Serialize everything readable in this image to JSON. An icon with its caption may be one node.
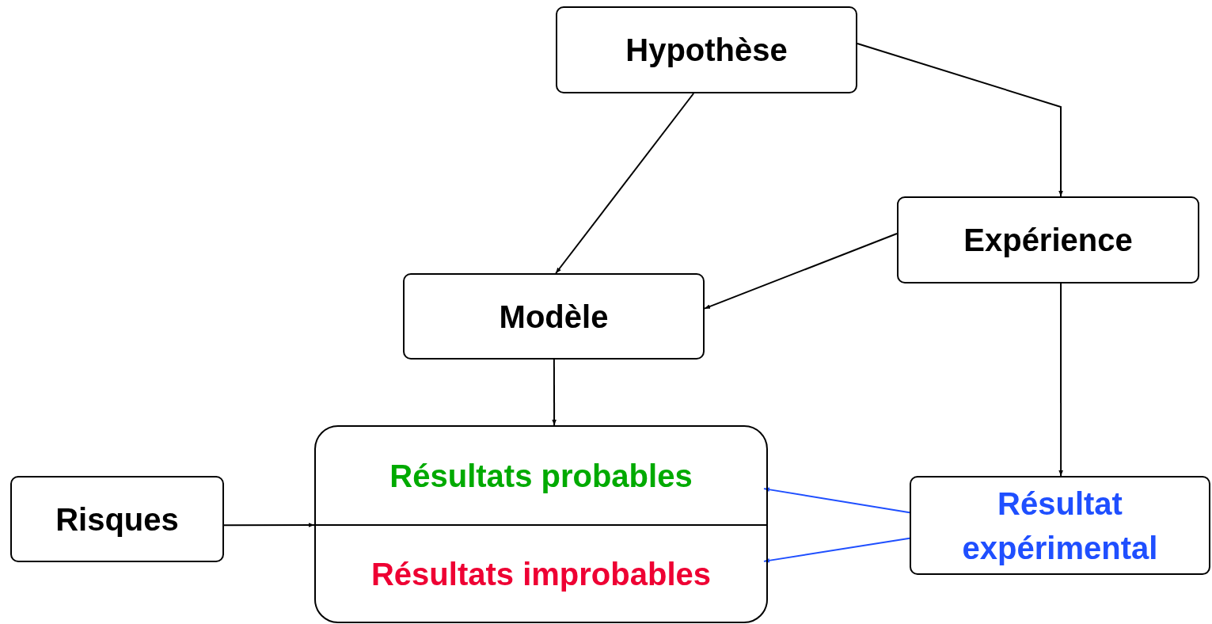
{
  "diagram": {
    "nodes": [
      {
        "text": [
          "Hypothèse"
        ]
      },
      {
        "text": [
          "Expérience"
        ]
      },
      {
        "text": [
          "Modèle"
        ]
      },
      {
        "text": [],
        "shape": "box"
      },
      {
        "text": [
          "Résultats probables"
        ],
        "in": 3
      },
      {
        "text": [
          "Résultats improbables"
        ],
        "in": 3
      },
      {
        "text": [
          "Risques"
        ]
      },
      {
        "text": [
          "Résultat expérimental"
        ]
      }
    ],
    "edges": [
      {
        "from": 0,
        "to": 2,
        "arrow": "to"
      },
      {
        "from": 0,
        "to": 1,
        "arrow": "to"
      },
      {
        "from": 1,
        "to": 2,
        "arrow": "to"
      },
      {
        "from": 2,
        "to": 3,
        "arrow": "to"
      },
      {
        "from": 1,
        "to": 7,
        "arrow": "to"
      },
      {
        "from": 6,
        "to": 3,
        "arrow": "to"
      },
      {
        "from": 7,
        "to": 4,
        "arrow": "to",
        "color": "#1f4fff"
      },
      {
        "from": 7,
        "to": 5,
        "arrow": "to",
        "color": "#1f4fff"
      }
    ]
  }
}
